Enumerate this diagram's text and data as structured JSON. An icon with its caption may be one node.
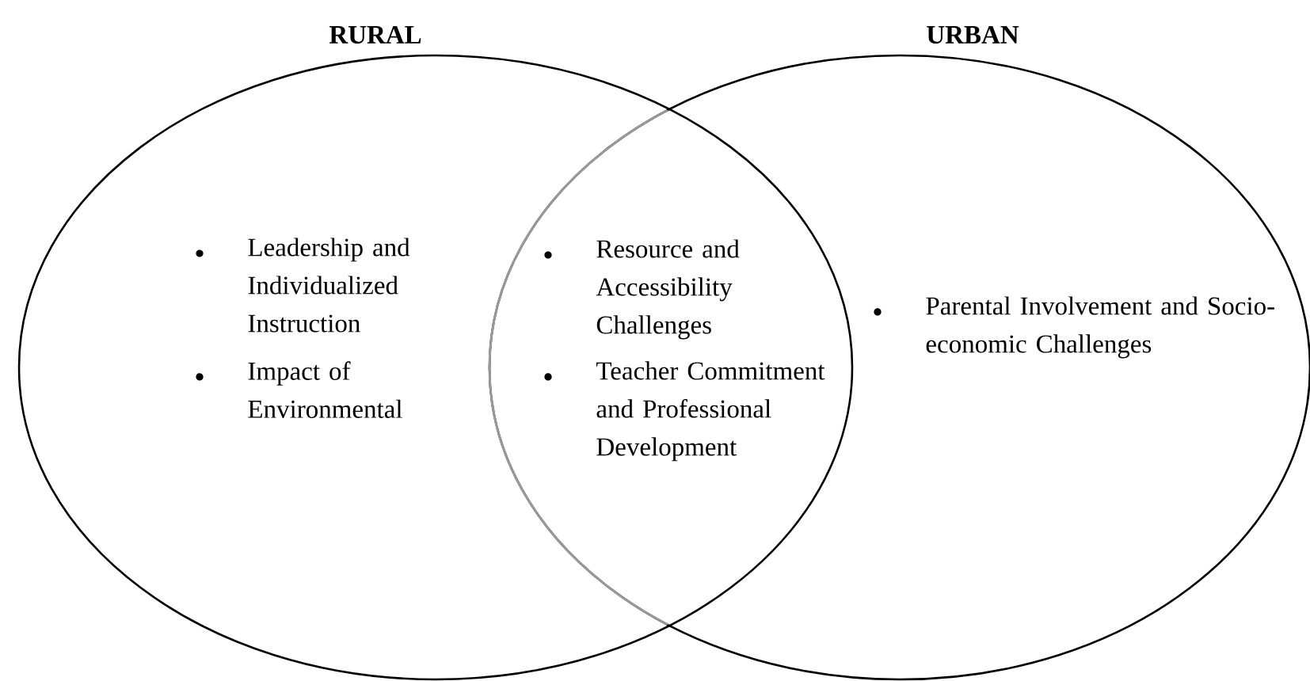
{
  "diagram": {
    "nodes": [
      {
        "text": [
          "RURAL",
          "Leadership and Individualized Instruction",
          "Impact of Environmental"
        ]
      },
      {
        "text": [
          "URBAN",
          "Parental Involvement and Socio-economic Challenges"
        ]
      }
    ],
    "labels": [
      "Resource and Accessibility Challenges",
      "Teacher Commitment and Professional Development"
    ]
  }
}
